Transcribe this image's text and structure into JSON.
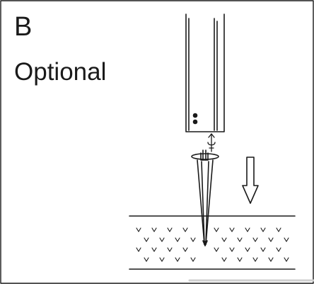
{
  "panel": {
    "letter": "B",
    "caption": "Optional"
  },
  "diagram": {
    "components": [
      "post",
      "ground-stake",
      "push-down-arrow",
      "ground-soil"
    ],
    "line_color": "#1a1a1a",
    "background": "#ffffff"
  }
}
